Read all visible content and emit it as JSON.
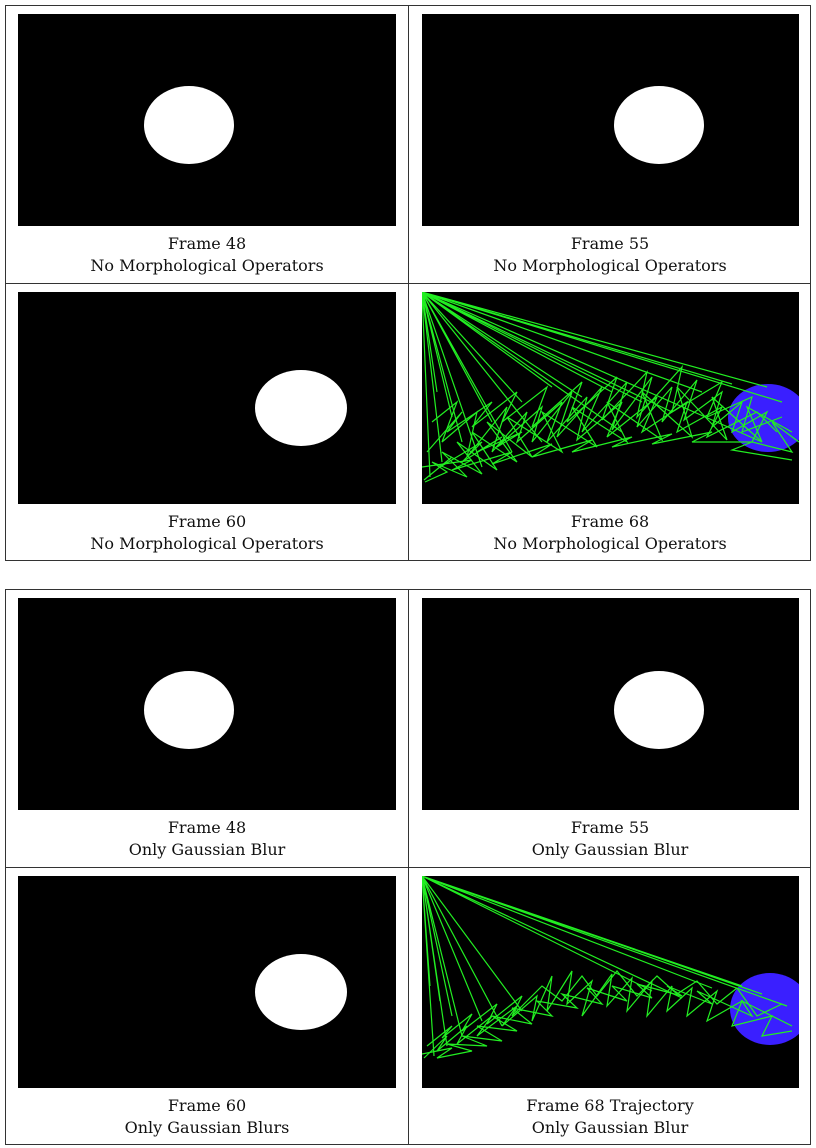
{
  "tables": [
    {
      "rows": [
        [
          {
            "frame_label": "Frame 48",
            "method": "No Morphological Operators"
          },
          {
            "frame_label": "Frame 55",
            "method": "No Morphological Operators"
          }
        ],
        [
          {
            "frame_label": "Frame 60",
            "method": "No Morphological Operators"
          },
          {
            "frame_label": "Frame 68",
            "method": "No Morphological Operators"
          }
        ]
      ]
    },
    {
      "rows": [
        [
          {
            "frame_label": "Frame 48",
            "method": "Only Gaussian Blur"
          },
          {
            "frame_label": "Frame 55",
            "method": "Only Gaussian Blur"
          }
        ],
        [
          {
            "frame_label": "Frame 60",
            "method": "Only Gaussian Blurs"
          },
          {
            "frame_label": "Frame 68 Trajectory",
            "method": "Only Gaussian Blur"
          }
        ]
      ]
    }
  ],
  "colors": {
    "background": "#000000",
    "blob": "#ffffff",
    "trajectory": "#22ee22",
    "ball": "#3a1fff"
  }
}
